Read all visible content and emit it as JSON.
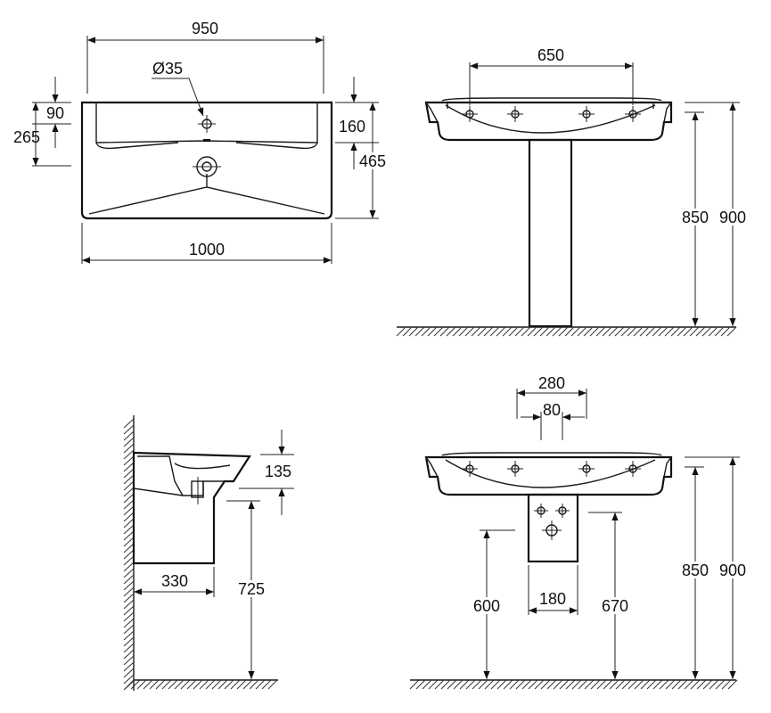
{
  "top_view": {
    "dim_950": "950",
    "dim_diameter": "Ø35",
    "dim_90": "90",
    "dim_265": "265",
    "dim_160": "160",
    "dim_465": "465",
    "dim_1000": "1000"
  },
  "front_view_pedestal": {
    "dim_650": "650",
    "dim_850": "850",
    "dim_900": "900"
  },
  "side_view": {
    "dim_135": "135",
    "dim_330": "330",
    "dim_725": "725"
  },
  "front_view_semi_pedestal": {
    "dim_280": "280",
    "dim_80": "80",
    "dim_600": "600",
    "dim_180": "180",
    "dim_670": "670",
    "dim_850": "850",
    "dim_900": "900"
  }
}
